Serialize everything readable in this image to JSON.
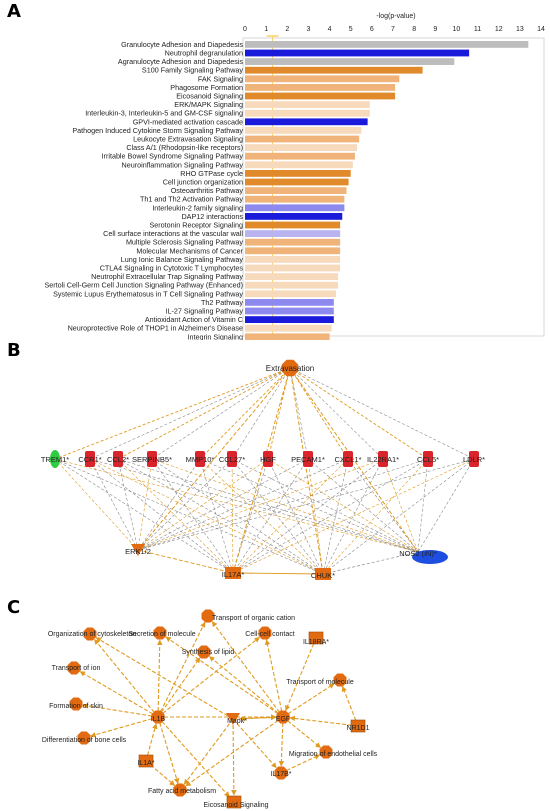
{
  "panels": {
    "a": "A",
    "b": "B",
    "c": "C"
  },
  "colors": {
    "gray": "#bdbdbd",
    "blue": "#1a1adb",
    "orange_dark": "#e08a2c",
    "orange_mid": "#f0b47a",
    "orange_light": "#f7d9bb",
    "purple_light": "#b9b4ef",
    "purple_mid": "#8e89ee",
    "node_orange": "#e26a10",
    "node_red": "#d8242a",
    "node_green": "#2ecc40",
    "node_blue": "#1f4fe0",
    "edge_orange": "#e09a1e",
    "edge_gray": "#8a8a8a",
    "threshold": "#f2d36b"
  },
  "chart_data": {
    "type": "bar",
    "orientation": "horizontal",
    "xlabel": "-log(p-value)",
    "xlim": [
      0,
      14
    ],
    "ticks": [
      0,
      1,
      2,
      3,
      4,
      5,
      6,
      7,
      8,
      9,
      10,
      11,
      12,
      13,
      14
    ],
    "threshold": 1.3,
    "categories": [
      "Granulocyte Adhesion and Diapedesis",
      "Neutrophil degranulation",
      "Agranulocyte Adhesion and Diapedesis",
      "S100 Family Signaling Pathway",
      "FAK Signaling",
      "Phagosome Formation",
      "Eicosanoid Signaling",
      "ERK/MAPK Signaling",
      "Interleukin-3, Interleukin-5 and GM-CSF signaling",
      "GPVI-mediated activation cascade",
      "Pathogen Induced Cytokine Storm Signaling Pathway",
      "Leukocyte Extravasation Signaling",
      "Class A/1 (Rhodopsin-like receptors)",
      "Irritable Bowel Syndrome Signaling Pathway",
      "Neuroinflammation Signaling Pathway",
      "RHO GTPase cycle",
      "Cell junction organization",
      "Osteoarthritis Pathway",
      "Th1 and Th2 Activation Pathway",
      "Interleukin-2 family signaling",
      "DAP12 interactions",
      "Serotonin Receptor Signaling",
      "Cell surface interactions at the vascular wall",
      "Multiple Sclerosis Signaling Pathway",
      "Molecular Mechanisms of Cancer",
      "Lung Ionic Balance Signaling Pathway",
      "CTLA4 Signaling in Cytotoxic T Lymphocytes",
      "Neutrophil Extracellular Trap Signaling Pathway",
      "Sertoli Cell-Germ Cell Junction Signaling Pathway (Enhanced)",
      "Systemic Lupus Erythematosus in T Cell Signaling Pathway",
      "Th2 Pathway",
      "IL-27 Signaling Pathway",
      "Antioxidant Action of Vitamin C",
      "Neuroprotective Role of THOP1 in Alzheimer's Disease",
      "Integrin Signaling"
    ],
    "values": [
      13.4,
      10.6,
      9.9,
      8.4,
      7.3,
      7.1,
      7.1,
      5.9,
      5.9,
      5.8,
      5.5,
      5.4,
      5.3,
      5.2,
      5.1,
      5.0,
      4.9,
      4.8,
      4.7,
      4.7,
      4.6,
      4.5,
      4.5,
      4.5,
      4.5,
      4.5,
      4.5,
      4.4,
      4.4,
      4.3,
      4.2,
      4.2,
      4.2,
      4.1,
      4.0
    ],
    "bar_colors": [
      "gray",
      "blue",
      "gray",
      "orange_dark",
      "orange_mid",
      "orange_mid",
      "orange_dark",
      "orange_light",
      "orange_light",
      "blue",
      "orange_light",
      "orange_mid",
      "orange_light",
      "orange_mid",
      "orange_light",
      "orange_dark",
      "orange_dark",
      "orange_mid",
      "orange_mid",
      "purple_mid",
      "blue",
      "orange_dark",
      "purple_light",
      "orange_mid",
      "orange_mid",
      "orange_light",
      "orange_light",
      "orange_light",
      "orange_light",
      "orange_light",
      "purple_mid",
      "purple_mid",
      "blue",
      "orange_light",
      "orange_mid"
    ]
  },
  "network_b": {
    "top": "Extravasation",
    "genes": [
      "TREM1*",
      "CCR1*",
      "CCL2*",
      "SERPINB5*",
      "MMP10*",
      "CCL27*",
      "HGF",
      "PECAM1*",
      "CXCL1*",
      "IL22RA1*",
      "CCL5*",
      "LDLR*"
    ],
    "gene_colors": [
      "node_green",
      "node_red",
      "node_red",
      "node_red",
      "node_red",
      "node_red",
      "node_red",
      "node_red",
      "node_red",
      "node_red",
      "node_red",
      "node_red"
    ],
    "bottom": [
      "ERK1/2",
      "IL17A*",
      "CHUK*",
      "NOS2 (iN)*"
    ],
    "bottom_colors": [
      "node_orange",
      "node_orange",
      "node_orange",
      "node_blue"
    ]
  },
  "network_c": {
    "nodes": [
      {
        "label": "Transport of organic cation",
        "color": "node_orange"
      },
      {
        "label": "Organization of cytoskeleton",
        "color": "node_orange"
      },
      {
        "label": "Secretion of molecule",
        "color": "node_orange"
      },
      {
        "label": "Cell-cell contact",
        "color": "node_orange"
      },
      {
        "label": "IL18RA*",
        "color": "node_orange"
      },
      {
        "label": "Synthesis of lipid",
        "color": "node_orange"
      },
      {
        "label": "Transport of ion",
        "color": "node_orange"
      },
      {
        "label": "Transport of molecule",
        "color": "node_orange"
      },
      {
        "label": "Formation of skin",
        "color": "node_orange"
      },
      {
        "label": "IL1B",
        "color": "node_orange"
      },
      {
        "label": "Mapk*",
        "color": "node_orange"
      },
      {
        "label": "EGF",
        "color": "node_orange"
      },
      {
        "label": "NR1D1",
        "color": "node_orange"
      },
      {
        "label": "Differentiation of bone cells",
        "color": "node_orange"
      },
      {
        "label": "IL1A*",
        "color": "node_orange"
      },
      {
        "label": "Migration of endothelial cells",
        "color": "node_orange"
      },
      {
        "label": "IL17B*",
        "color": "node_orange"
      },
      {
        "label": "Fatty acid metabolism",
        "color": "node_orange"
      },
      {
        "label": "Eicosanoid Signaling",
        "color": "node_orange"
      }
    ]
  }
}
